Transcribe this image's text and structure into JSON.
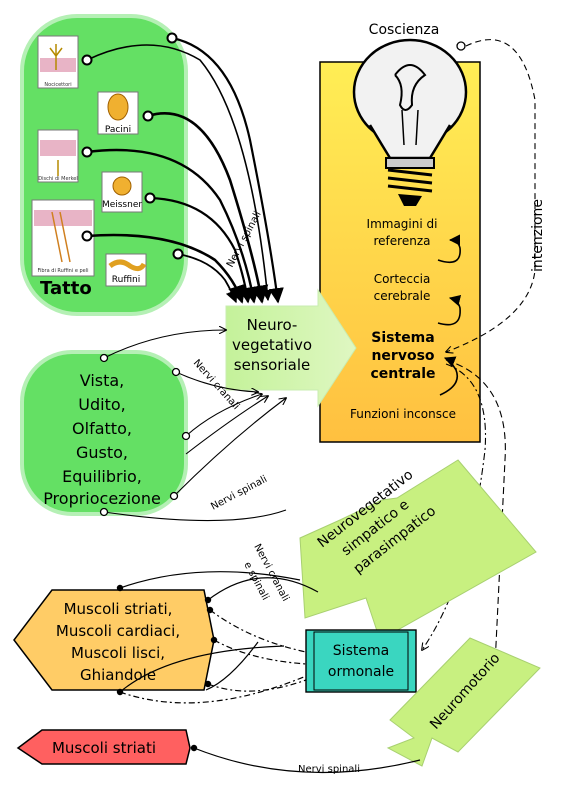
{
  "diagram": {
    "touch": {
      "title": "Tatto",
      "receptors": [
        {
          "name": "Nocicettori"
        },
        {
          "name": "Pacini"
        },
        {
          "name": "Dischi di Merkel"
        },
        {
          "name": "Meissner"
        },
        {
          "name": "Fibra di Ruffini e peli"
        },
        {
          "name": "Ruffini"
        }
      ]
    },
    "senses": [
      "Vista,",
      "Udito,",
      "Olfatto,",
      "Gusto,",
      "Equilibrio,",
      "Propriocezione"
    ],
    "consciousness": "Coscienza",
    "cns": {
      "images": [
        "Immagini di",
        "referenza"
      ],
      "cortex": [
        "Corteccia",
        "cerebrale"
      ],
      "central": [
        "Sistema",
        "nervoso",
        "centrale"
      ],
      "unconscious": "Funzioni inconsce"
    },
    "intention": "intenzione",
    "neuro_sensory": [
      "Neuro-",
      "vegetativo",
      "sensoriale"
    ],
    "autonomic": [
      "Neurovegetativo",
      "simpatico e",
      "parasimpatico"
    ],
    "hormonal": [
      "Sistema",
      "ormonale"
    ],
    "neuromotor": "Neuromotorio",
    "muscles": [
      "Muscoli striati,",
      "Muscoli cardiaci,",
      "Muscoli lisci,",
      "Ghiandole"
    ],
    "striated": "Muscoli striati",
    "nerves": {
      "spinal": "Nervi spinali",
      "cranial": "Nervi cranali",
      "cranial_spinal": [
        "Nervi cranali",
        "e spinali"
      ]
    }
  }
}
